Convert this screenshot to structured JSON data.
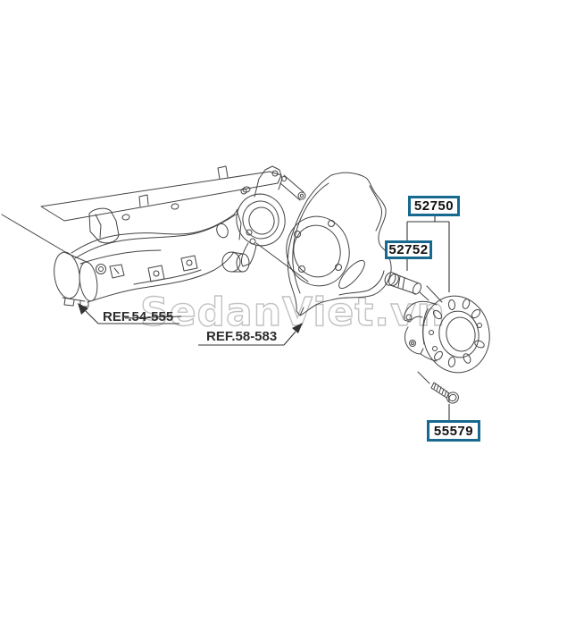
{
  "page": {
    "background": "#ffffff",
    "description": "Rear axle crossmember, knuckle, brake dust shield and rear wheel hub bearing exploded parts diagram"
  },
  "watermark": {
    "text": "SedanViet.vn",
    "color": "#c2c2c2"
  },
  "part_labels": {
    "border_color": "#17698f",
    "hub_bearing_assembly": "52750",
    "wheel_stud": "52752",
    "hub_bolt": "55579"
  },
  "references": {
    "crossmember": "REF.54-555",
    "dust_shield": "REF.58-583"
  }
}
